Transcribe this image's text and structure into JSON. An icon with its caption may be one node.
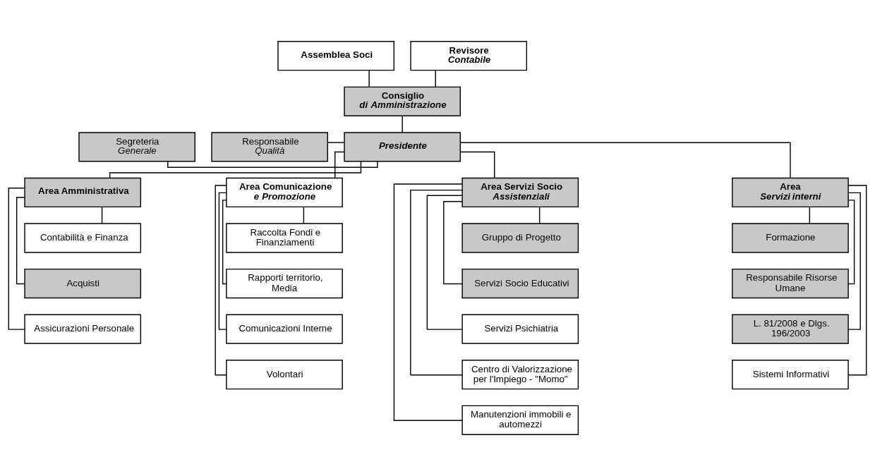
{
  "diagram": {
    "nodes": [
      {
        "text": [
          "Assemblea Soci"
        ]
      },
      {
        "text": [
          "Revisore *Contabile*"
        ]
      },
      {
        "text": [
          "Consiglio *di Amministrazione*"
        ]
      },
      {
        "text": [
          "Segreteria *Generale*"
        ]
      },
      {
        "text": [
          "*Presidente*"
        ]
      },
      {
        "text": [
          "Responsabile *Qualità*"
        ]
      },
      {
        "text": [
          "Area Amministrativa"
        ]
      },
      {
        "text": [
          "Contabilità e Finanza"
        ]
      },
      {
        "text": [
          "Acquisti"
        ]
      },
      {
        "text": [
          "Assicurazioni Personale"
        ]
      },
      {
        "text": [
          "Area Comunicazione *e Promozione*"
        ]
      },
      {
        "text": [
          "Raccolta Fondi e Finanziamenti"
        ]
      },
      {
        "text": [
          "Rapporti territorio, Media"
        ]
      },
      {
        "text": [
          "Comunicazioni Interne"
        ]
      },
      {
        "text": [
          "Volontari"
        ]
      },
      {
        "text": [
          "Area Servizi Socio *Assistenziali*"
        ]
      },
      {
        "text": [
          "Gruppo di Progetto"
        ]
      },
      {
        "text": [
          "Servizi Socio Educativi"
        ]
      },
      {
        "text": [
          "Servizi Psichiatria"
        ]
      },
      {
        "text": [
          "Centro di Valorizzazione per l'Impiego - \"Momo\""
        ]
      },
      {
        "text": [
          "Manutenzioni immobili e automezzi"
        ]
      },
      {
        "text": [
          "Area *Servizi interni*"
        ]
      },
      {
        "text": [
          "Formazione"
        ]
      },
      {
        "text": [
          "Responsabile Risorse Umane"
        ]
      },
      {
        "text": [
          "L. 81/2008 e Dlgs. 196/2003"
        ]
      },
      {
        "text": [
          "Sistemi Informativi"
        ]
      }
    ],
    "edges": [
      {
        "from": 0,
        "to": 2,
        "arrow": "none"
      },
      {
        "from": 1,
        "to": 2,
        "arrow": "none"
      },
      {
        "from": 2,
        "to": 4,
        "arrow": "none"
      },
      {
        "from": 3,
        "to": 4,
        "arrow": "none"
      },
      {
        "from": 5,
        "to": 4,
        "arrow": "none"
      },
      {
        "from": 4,
        "to": 6,
        "arrow": "none"
      },
      {
        "from": 4,
        "to": 10,
        "arrow": "none"
      },
      {
        "from": 4,
        "to": 15,
        "arrow": "none"
      },
      {
        "from": 4,
        "to": 21,
        "arrow": "none"
      },
      {
        "from": 6,
        "to": 7,
        "arrow": "none"
      },
      {
        "from": 6,
        "to": 8,
        "arrow": "none"
      },
      {
        "from": 6,
        "to": 9,
        "arrow": "none"
      },
      {
        "from": 10,
        "to": 11,
        "arrow": "none"
      },
      {
        "from": 10,
        "to": 12,
        "arrow": "none"
      },
      {
        "from": 10,
        "to": 13,
        "arrow": "none"
      },
      {
        "from": 10,
        "to": 14,
        "arrow": "none"
      },
      {
        "from": 15,
        "to": 16,
        "arrow": "none"
      },
      {
        "from": 15,
        "to": 17,
        "arrow": "none"
      },
      {
        "from": 15,
        "to": 18,
        "arrow": "none"
      },
      {
        "from": 15,
        "to": 19,
        "arrow": "none"
      },
      {
        "from": 15,
        "to": 20,
        "arrow": "none"
      },
      {
        "from": 21,
        "to": 22,
        "arrow": "none"
      },
      {
        "from": 21,
        "to": 23,
        "arrow": "none"
      },
      {
        "from": 21,
        "to": 24,
        "arrow": "none"
      },
      {
        "from": 21,
        "to": 25,
        "arrow": "none"
      }
    ]
  }
}
